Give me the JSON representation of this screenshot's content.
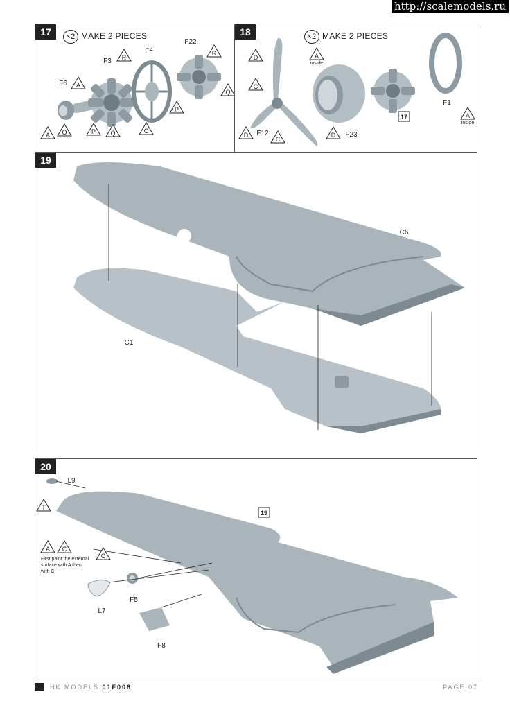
{
  "watermark": "http://scalemodels.ru",
  "step17": {
    "number": "17",
    "multiplier": "×2",
    "make_text": "MAKE 2 PIECES",
    "parts": [
      "F6",
      "F3",
      "F2",
      "F22"
    ],
    "markers": [
      "A",
      "R",
      "R",
      "Q",
      "A",
      "O",
      "P",
      "Q",
      "C",
      "P"
    ]
  },
  "step18": {
    "number": "18",
    "multiplier": "×2",
    "make_text": "MAKE 2 PIECES",
    "parts": [
      "F12",
      "F23",
      "F1"
    ],
    "markers": [
      "D",
      "C",
      "D",
      "C",
      "D",
      "A",
      "A"
    ],
    "inside_label": "inside",
    "ref_box": "17"
  },
  "step19": {
    "number": "19",
    "parts": [
      "C6",
      "C1"
    ]
  },
  "step20": {
    "number": "20",
    "parts": [
      "L9",
      "F5",
      "L7",
      "F8"
    ],
    "markers": [
      "T",
      "A",
      "C",
      "C"
    ],
    "ref_box": "19",
    "note": "First paint the external surface with A then with C"
  },
  "footer": {
    "brand": "HK MODELS",
    "code": "01F008",
    "page": "PAGE 07"
  },
  "colors": {
    "part_grey": "#a9b4bb",
    "part_shade": "#7d8a92",
    "part_light": "#cfd7dc",
    "ink": "#1e1e1e"
  }
}
